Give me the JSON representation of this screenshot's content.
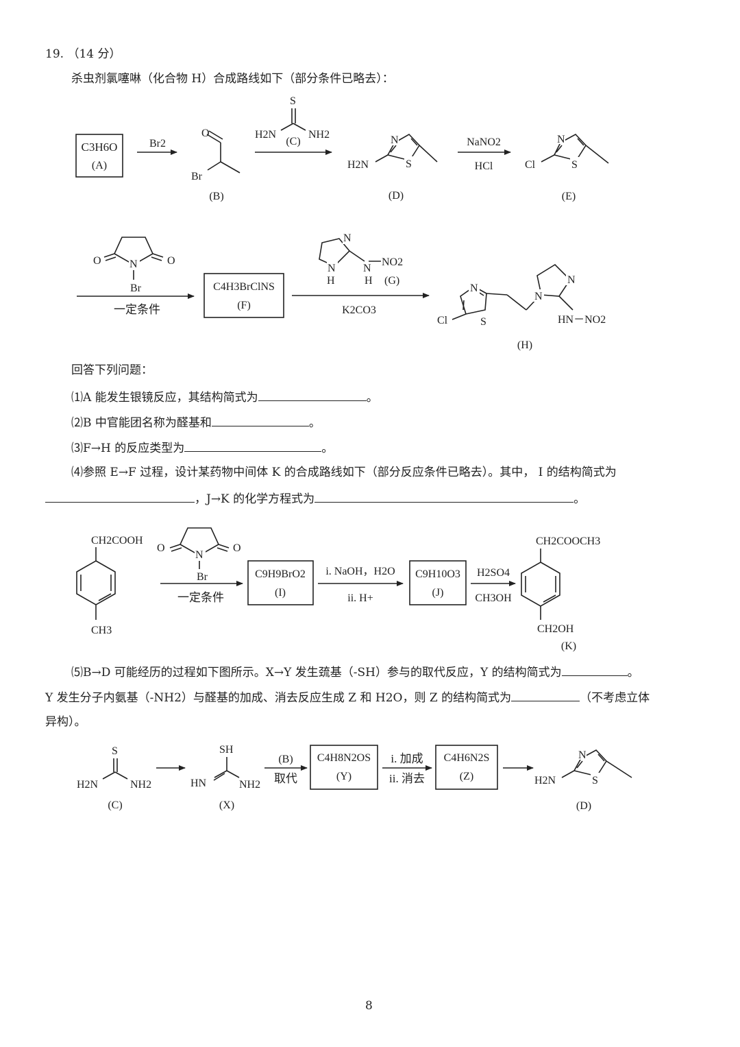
{
  "question": {
    "number": "19.",
    "score": "（14 分）",
    "intro": "杀虫剂氯噻啉（化合物 H）合成路线如下（部分条件已略去）："
  },
  "scheme1": {
    "A_formula": "C3H6O",
    "A_label": "(A)",
    "reagent_br2": "Br2",
    "B_label": "(B)",
    "B_br": "Br",
    "B_o": "O",
    "C_s": "S",
    "C_left": "H2N",
    "C_right": "NH2",
    "C_label": "(C)",
    "D_n": "N",
    "D_s": "S",
    "D_h2n": "H2N",
    "D_label": "(D)",
    "reagent_nano2": "NaNO2",
    "reagent_hcl": "HCl",
    "E_n": "N",
    "E_s": "S",
    "E_cl": "Cl",
    "E_label": "(E)"
  },
  "scheme2": {
    "nbs_o_left": "O",
    "nbs_o_right": "O",
    "nbs_n": "N",
    "nbs_br": "Br",
    "condition": "一定条件",
    "F_formula": "C4H3BrClNS",
    "F_label": "(F)",
    "G_n_top": "N",
    "G_n_bottom": "N",
    "G_h1": "H",
    "G_n_side": "N",
    "G_h2": "H",
    "G_no2": "NO2",
    "G_label": "(G)",
    "reagent_k2co3": "K2CO3",
    "H_n1": "N",
    "H_s": "S",
    "H_cl": "Cl",
    "H_n2": "N",
    "H_n3": "N",
    "H_side": "HN－NO2",
    "H_label": "(H)"
  },
  "questions": {
    "header": "回答下列问题：",
    "q1_pre": "⑴A 能发生银镜反应，其结构简式为",
    "q1_post": "。",
    "q2_pre": "⑵B 中官能团名称为醛基和",
    "q2_post": "。",
    "q3_pre": "⑶F→H 的反应类型为",
    "q3_post": "。",
    "q4_line1": "⑷参照 E→F 过程，设计某药物中间体 K 的合成路线如下（部分反应条件已略去）。其中， I 的结构简式为",
    "q4_mid": "，J→K 的化学方程式为",
    "q4_post": "。"
  },
  "scheme3": {
    "start_top": "CH2COOH",
    "start_bottom": "CH3",
    "nbs_o_left": "O",
    "nbs_o_right": "O",
    "nbs_n": "N",
    "nbs_br": "Br",
    "condition": "一定条件",
    "I_formula": "C9H9BrO2",
    "I_label": "(I)",
    "step_i": "i. NaOH，H2O",
    "step_ii": "ii. H+",
    "J_formula": "C9H10O3",
    "J_label": "(J)",
    "reagent_h2so4": "H2SO4",
    "reagent_ch3oh": "CH3OH",
    "K_top": "CH2COOCH3",
    "K_bottom": "CH2OH",
    "K_label": "(K)"
  },
  "q5": {
    "line1": "⑸B→D 可能经历的过程如下图所示。X→Y 发生巯基（-SH）参与的取代反应，Y 的结构简式为",
    "line1_post": "。",
    "line2": "Y 发生分子内氨基（-NH2）与醛基的加成、消去反应生成 Z 和 H2O，则 Z 的结构简式为",
    "line2_post": "（不考虑立体",
    "line3": "异构）。"
  },
  "scheme4": {
    "C_s": "S",
    "C_left": "H2N",
    "C_right": "NH2",
    "C_label": "(C)",
    "X_sh": "SH",
    "X_left": "HN",
    "X_right": "NH2",
    "X_label": "(X)",
    "reagent_b": "(B)",
    "reagent_sub": "取代",
    "Y_formula": "C4H8N2OS",
    "Y_label": "(Y)",
    "step_add": "i. 加成",
    "step_elim": "ii. 消去",
    "Z_formula": "C4H6N2S",
    "Z_label": "(Z)",
    "D_n": "N",
    "D_s": "S",
    "D_h2n": "H2N",
    "D_label": "(D)"
  },
  "page_number": "8"
}
